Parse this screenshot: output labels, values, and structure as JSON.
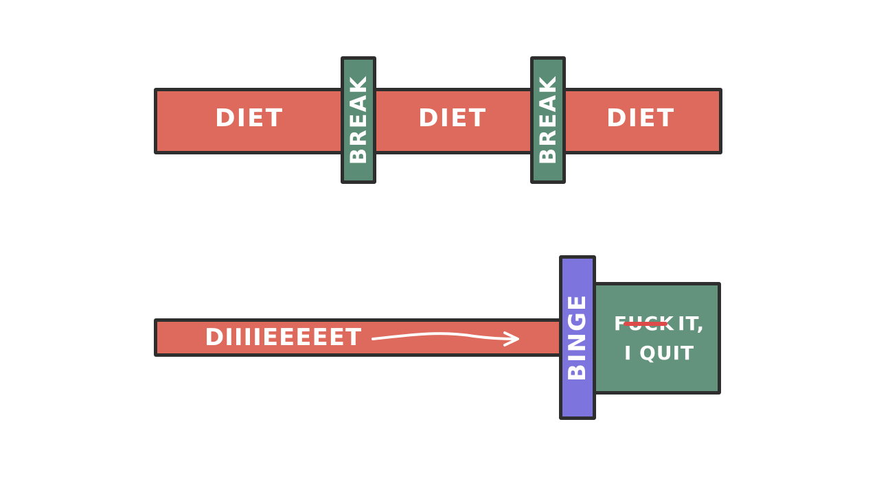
{
  "colors": {
    "diet": "#dd6a5c",
    "break": "#5a8c76",
    "binge": "#7d74dd",
    "quit": "#64937d",
    "outline": "#2e2e2e",
    "text": "#ffffff",
    "strike": "#dd4a4a"
  },
  "top_row": {
    "diet_1": "DIET",
    "break_1": "BREAK",
    "diet_2": "DIET",
    "break_2": "BREAK",
    "diet_3": "DIET"
  },
  "bottom_row": {
    "diet_long": "DIIIIEEEEET",
    "binge": "BINGE",
    "quit_line1_struck": "FUCK",
    "quit_line1_rest": "IT,",
    "quit_line2": "I QUIT"
  }
}
